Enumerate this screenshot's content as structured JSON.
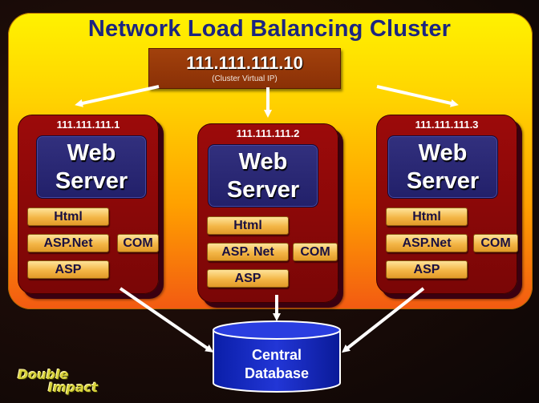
{
  "title": "Network Load Balancing Cluster",
  "cluster_ip": {
    "ip": "111.111.111.10",
    "label": "(Cluster Virtual IP)"
  },
  "servers": [
    {
      "ip": "111.111.111.1",
      "line1": "Web",
      "line2": "Server",
      "html": "Html",
      "aspnet": "ASP.Net",
      "com": "COM",
      "asp": "ASP"
    },
    {
      "ip": "111.111.111.2",
      "line1": "Web",
      "line2": "Server",
      "html": "Html",
      "aspnet": "ASP. Net",
      "com": "COM",
      "asp": "ASP"
    },
    {
      "ip": "111.111.111.3",
      "line1": "Web",
      "line2": "Server",
      "html": "Html",
      "aspnet": "ASP.Net",
      "com": "COM",
      "asp": "ASP"
    }
  ],
  "database": {
    "line1": "Central",
    "line2": "Database"
  },
  "logo": {
    "line1": "Double",
    "line2": "Impact"
  }
}
